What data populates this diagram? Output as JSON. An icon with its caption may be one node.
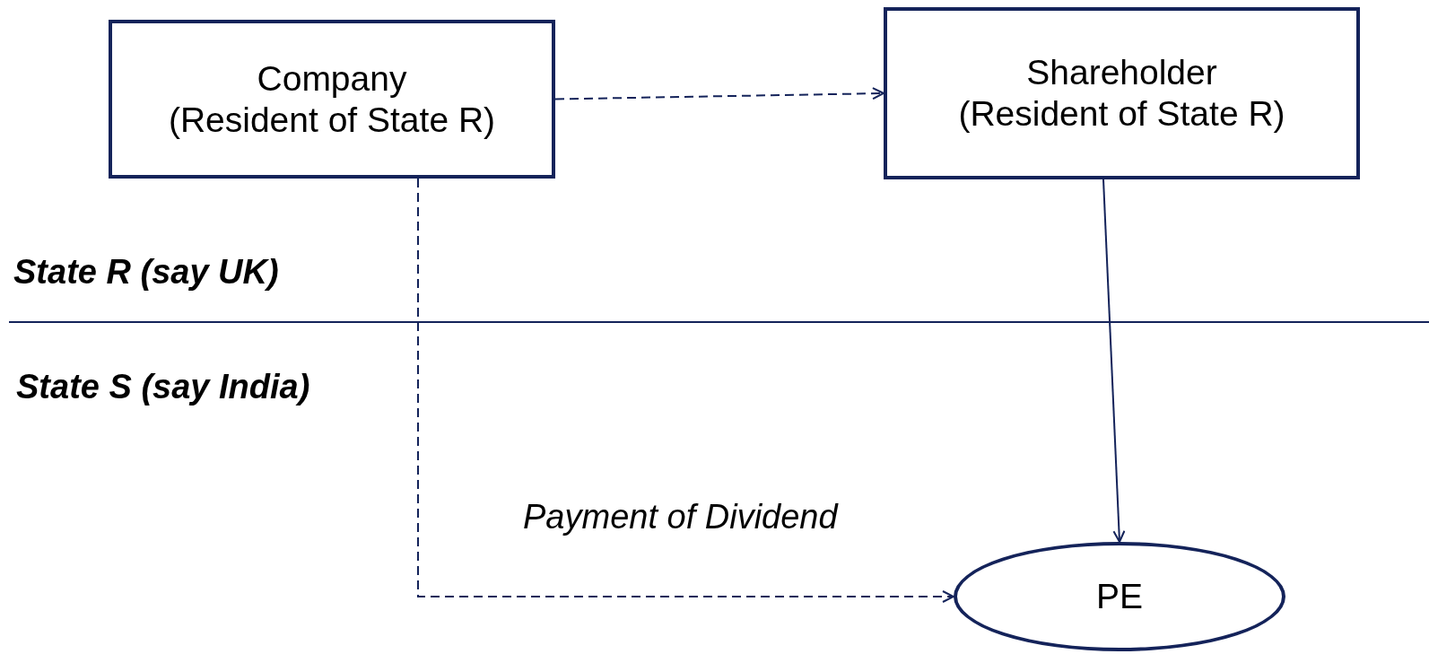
{
  "diagram": {
    "nodes": [
      {
        "text": [
          "Company",
          "(Resident of State R)"
        ]
      },
      {
        "text": [
          "Shareholder",
          "(Resident of State R)"
        ]
      },
      {
        "text": [
          "PE"
        ]
      }
    ],
    "edges": [
      {
        "from": 0,
        "to": 1,
        "arrow": "to",
        "style": "dashed"
      },
      {
        "from": 0,
        "to": 2,
        "arrow": "to",
        "style": "dashed",
        "label": "Payment of Dividend"
      },
      {
        "from": 1,
        "to": 2,
        "arrow": "to"
      }
    ],
    "labels": [
      "State R (say UK)",
      "State S (say India)"
    ]
  }
}
